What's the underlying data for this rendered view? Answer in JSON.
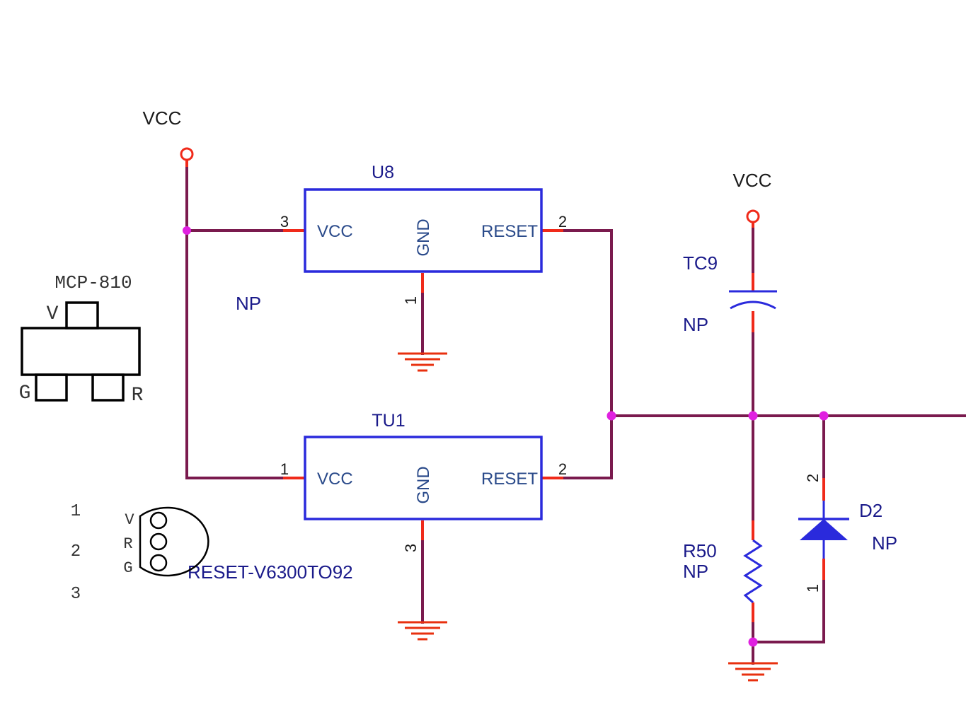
{
  "power": {
    "vcc_left": "VCC",
    "vcc_right": "VCC"
  },
  "u8": {
    "ref": "U8",
    "pin_vcc": "VCC",
    "pin_gnd": "GND",
    "pin_reset": "RESET",
    "pin_num_vcc": "3",
    "pin_num_reset": "2",
    "pin_num_gnd": "1",
    "value": "NP"
  },
  "tu1": {
    "ref": "TU1",
    "pin_vcc": "VCC",
    "pin_gnd": "GND",
    "pin_reset": "RESET",
    "pin_num_vcc": "1",
    "pin_num_reset": "2",
    "pin_num_gnd": "3",
    "value": "RESET-V6300TO92"
  },
  "tc9": {
    "ref": "TC9",
    "value": "NP"
  },
  "r50": {
    "ref": "R50",
    "value": "NP"
  },
  "d2": {
    "ref": "D2",
    "value": "NP",
    "pin_top": "2",
    "pin_bottom": "1"
  },
  "mcp810": {
    "title": "MCP-810",
    "pin_v": "V",
    "pin_g": "G",
    "pin_r": "R"
  },
  "to92": {
    "num_1": "1",
    "num_2": "2",
    "num_3": "3",
    "pin_v": "V",
    "pin_r": "R",
    "pin_g": "G"
  },
  "colors": {
    "wire": "#7a1a4e",
    "pin": "#f02a1a",
    "component": "#2a2adc",
    "junction": "#e020e0",
    "label": "#1a1a8a"
  }
}
